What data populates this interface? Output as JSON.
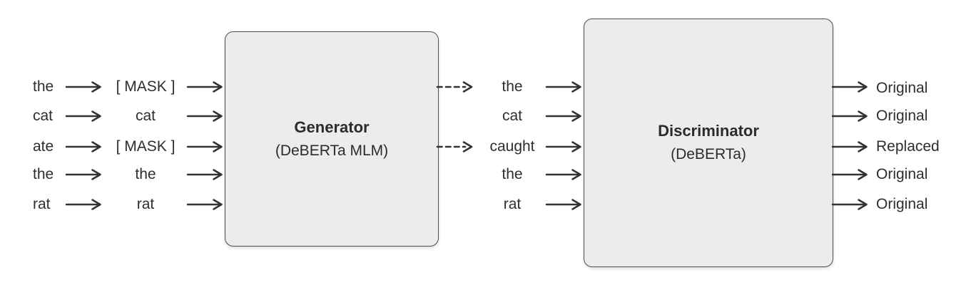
{
  "diagram": {
    "description": "Replaced token detection pretraining diagram",
    "tokens": {
      "input": [
        "the",
        "cat",
        "ate",
        "the",
        "rat"
      ],
      "masked": [
        "[ MASK ]",
        "cat",
        "[ MASK ]",
        "the",
        "rat"
      ],
      "generated": [
        "the",
        "cat",
        "caught",
        "the",
        "rat"
      ],
      "outputs": [
        "Original",
        "Original",
        "Replaced",
        "Original",
        "Original"
      ]
    },
    "masked_row_indices": [
      0,
      2
    ],
    "generator": {
      "title": "Generator",
      "subtitle": "(DeBERTa MLM)"
    },
    "discriminator": {
      "title": "Discriminator",
      "subtitle": "(DeBERTa)"
    },
    "colors": {
      "background": "#ffffff",
      "box_fill": "#ececec",
      "box_border": "#4f4f4f",
      "arrow": "#333333",
      "text": "#2e2e2e"
    }
  }
}
